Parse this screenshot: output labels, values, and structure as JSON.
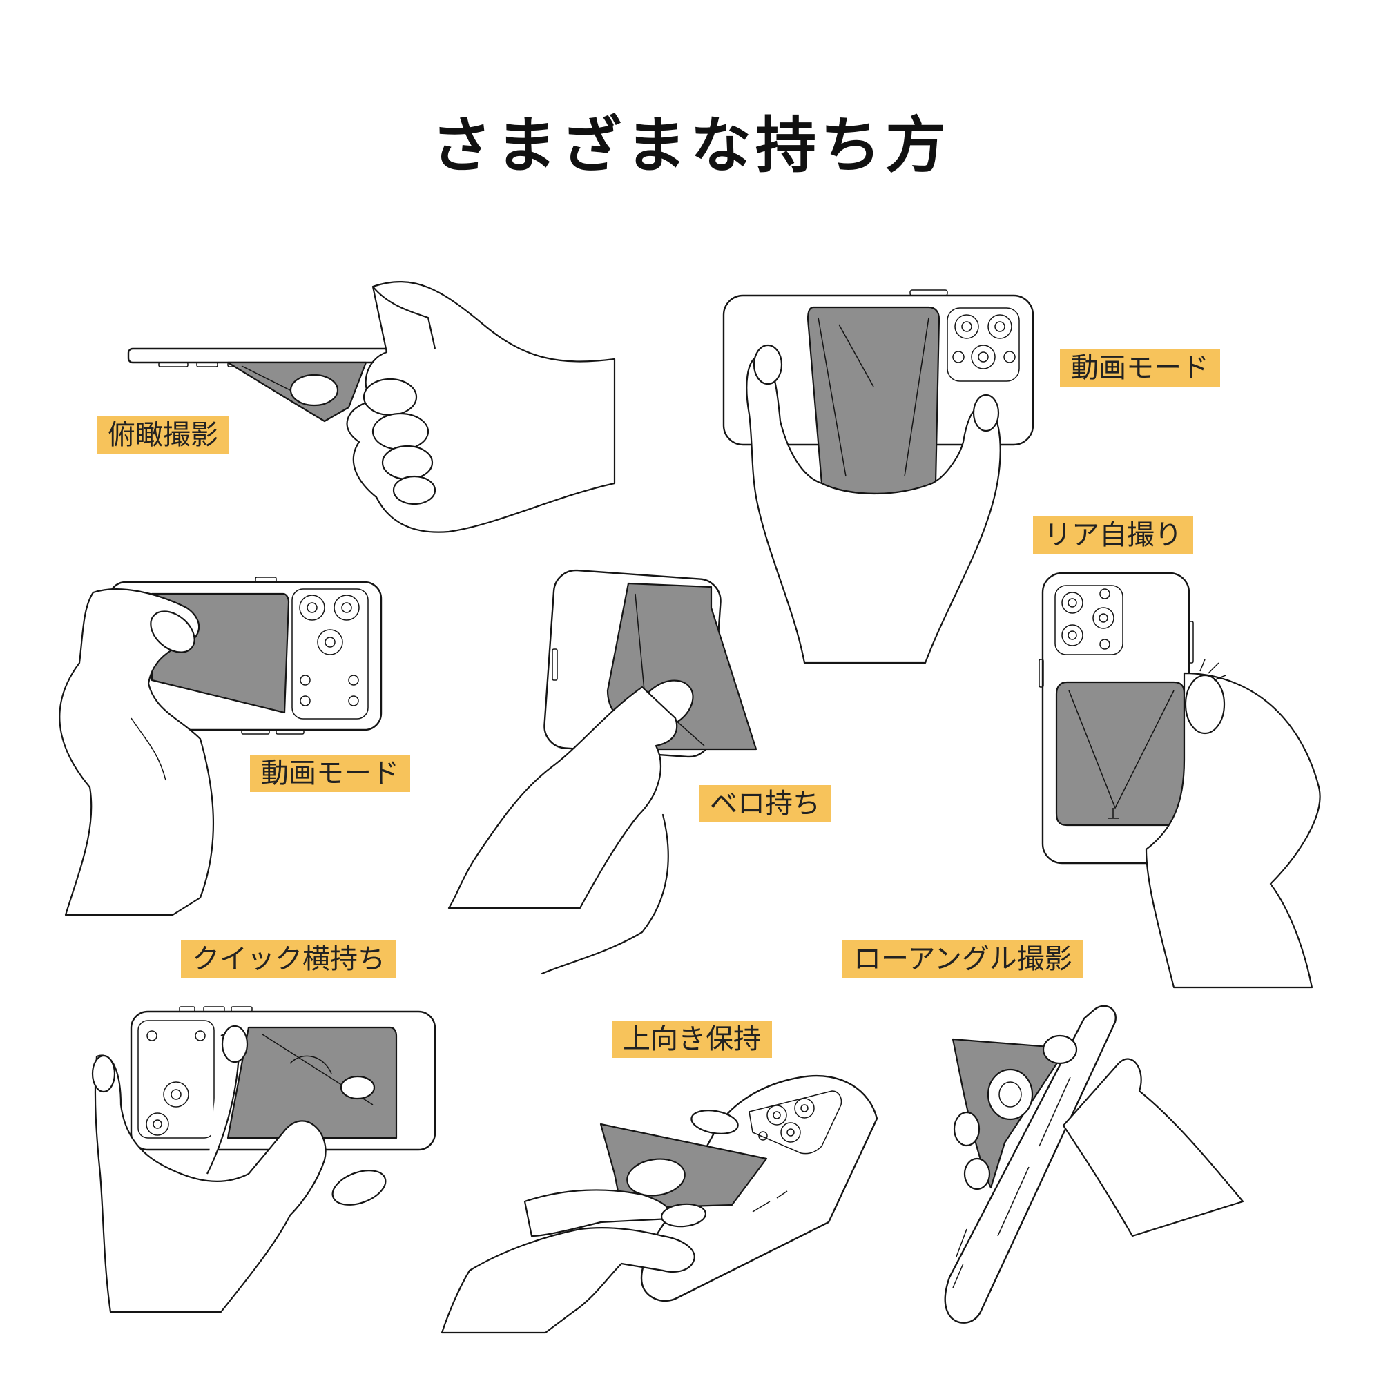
{
  "title": "さまざまな持ち方",
  "labels": {
    "overhead_shot": "俯瞰撮影",
    "video_mode_top": "動画モード",
    "rear_selfie": "リア自撮り",
    "video_mode_left": "動画モード",
    "tongue_grip": "ベロ持ち",
    "quick_landscape": "クイック横持ち",
    "low_angle": "ローアングル撮影",
    "upward_hold": "上向き保持"
  },
  "colors": {
    "label_bg": "#f7c35b",
    "stand_gray": "#8e8e8e",
    "line": "#151515"
  }
}
